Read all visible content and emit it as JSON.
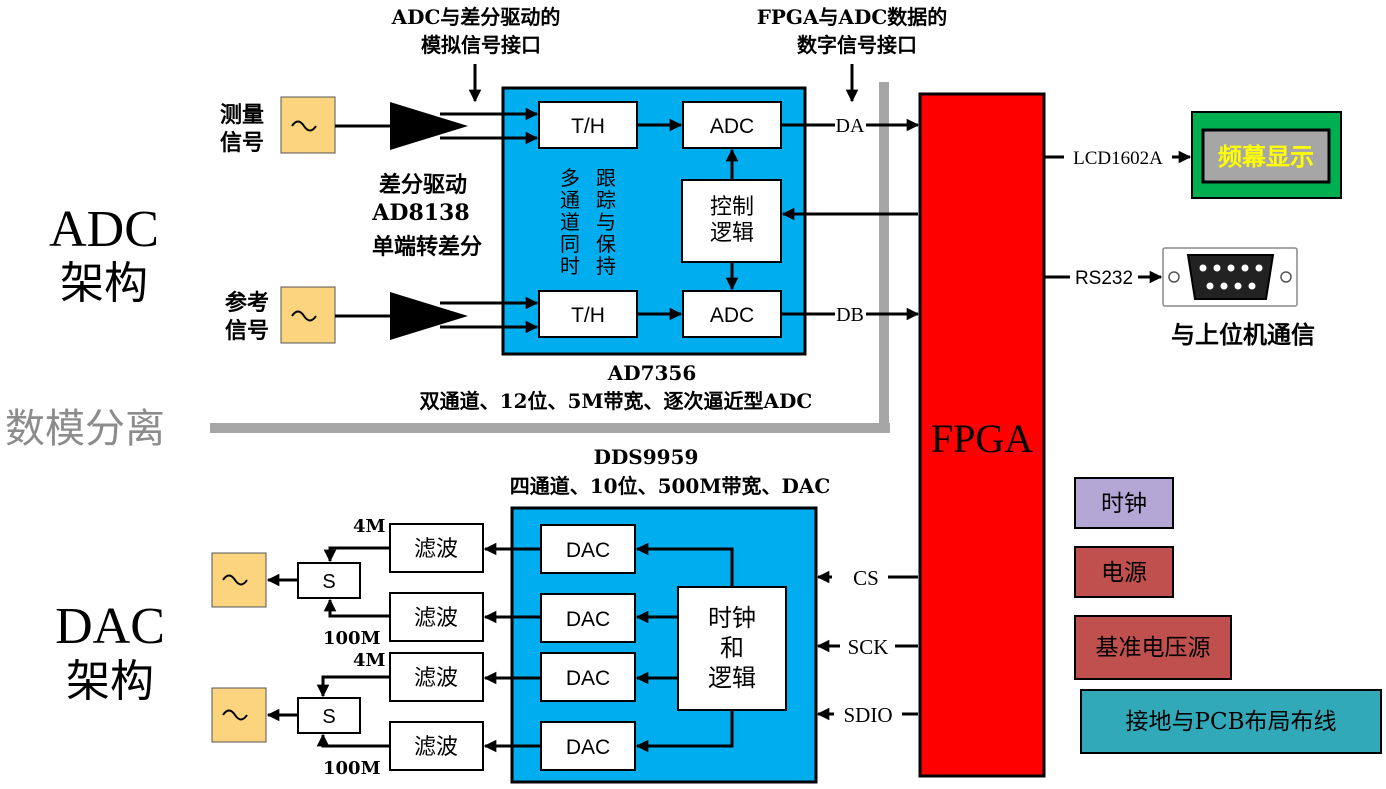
{
  "colors": {
    "block_blue": "#00aeef",
    "fpga_red": "#ff0000",
    "filter_yellow": "#fcd47e",
    "lcd_green": "#00b050",
    "lcd_gray": "#a6a6a6",
    "lcd_text": "#ffff00",
    "separator_gray": "#a6a6a6",
    "clock_purple": "#b4a7d6",
    "power_red": "#c0504d",
    "ground_teal": "#31a9b8"
  },
  "labels": {
    "adc_arch": [
      "ADC",
      "架构"
    ],
    "dac_arch": [
      "DAC",
      "架构"
    ],
    "separator": "数模分离",
    "adc_interface_note": [
      "ADC与差分驱动的",
      "模拟信号接口"
    ],
    "fpga_interface_note": [
      "FPGA与ADC数据的",
      "数字信号接口"
    ],
    "measure_signal": [
      "测量",
      "信号"
    ],
    "ref_signal": [
      "参考",
      "信号"
    ],
    "diff_driver": [
      "差分驱动",
      "AD8138",
      "单端转差分"
    ],
    "th_top": "T/H",
    "th_bottom": "T/H",
    "adc_top": "ADC",
    "adc_bottom": "ADC",
    "control_logic": [
      "控制",
      "逻辑"
    ],
    "multichannel": [
      "多",
      "通",
      "道",
      "同",
      "时"
    ],
    "track_hold": [
      "跟",
      "踪",
      "与",
      "保",
      "持"
    ],
    "da": "DA",
    "db": "DB",
    "ad7356": [
      "AD7356",
      "双通道、12位、5M带宽、逐次逼近型ADC"
    ],
    "fpga": "FPGA",
    "lcd_port": "LCD1602A",
    "lcd_display": "频幕显示",
    "rs232_port": "RS232",
    "host_comm": "与上位机通信",
    "dds": [
      "DDS9959",
      "四通道、10位、500M带宽、DAC"
    ],
    "dac1": "DAC",
    "dac2": "DAC",
    "dac3": "DAC",
    "dac4": "DAC",
    "clock_logic": [
      "时钟",
      "和",
      "逻辑"
    ],
    "filter1": "滤波",
    "filter2": "滤波",
    "filter3": "滤波",
    "filter4": "滤波",
    "switch1": "S",
    "switch2": "S",
    "freq_4m_1": "4M",
    "freq_100m_1": "100M",
    "freq_4m_2": "4M",
    "freq_100m_2": "100M",
    "cs": "CS",
    "sck": "SCK",
    "sdio": "SDIO",
    "clock": "时钟",
    "power": "电源",
    "vref": "基准电压源",
    "ground_pcb": "接地与PCB布局布线"
  },
  "icons": [
    "sine-wave-icon",
    "amplifier-triangle-icon",
    "db9-connector-icon",
    "arrow-icon"
  ]
}
